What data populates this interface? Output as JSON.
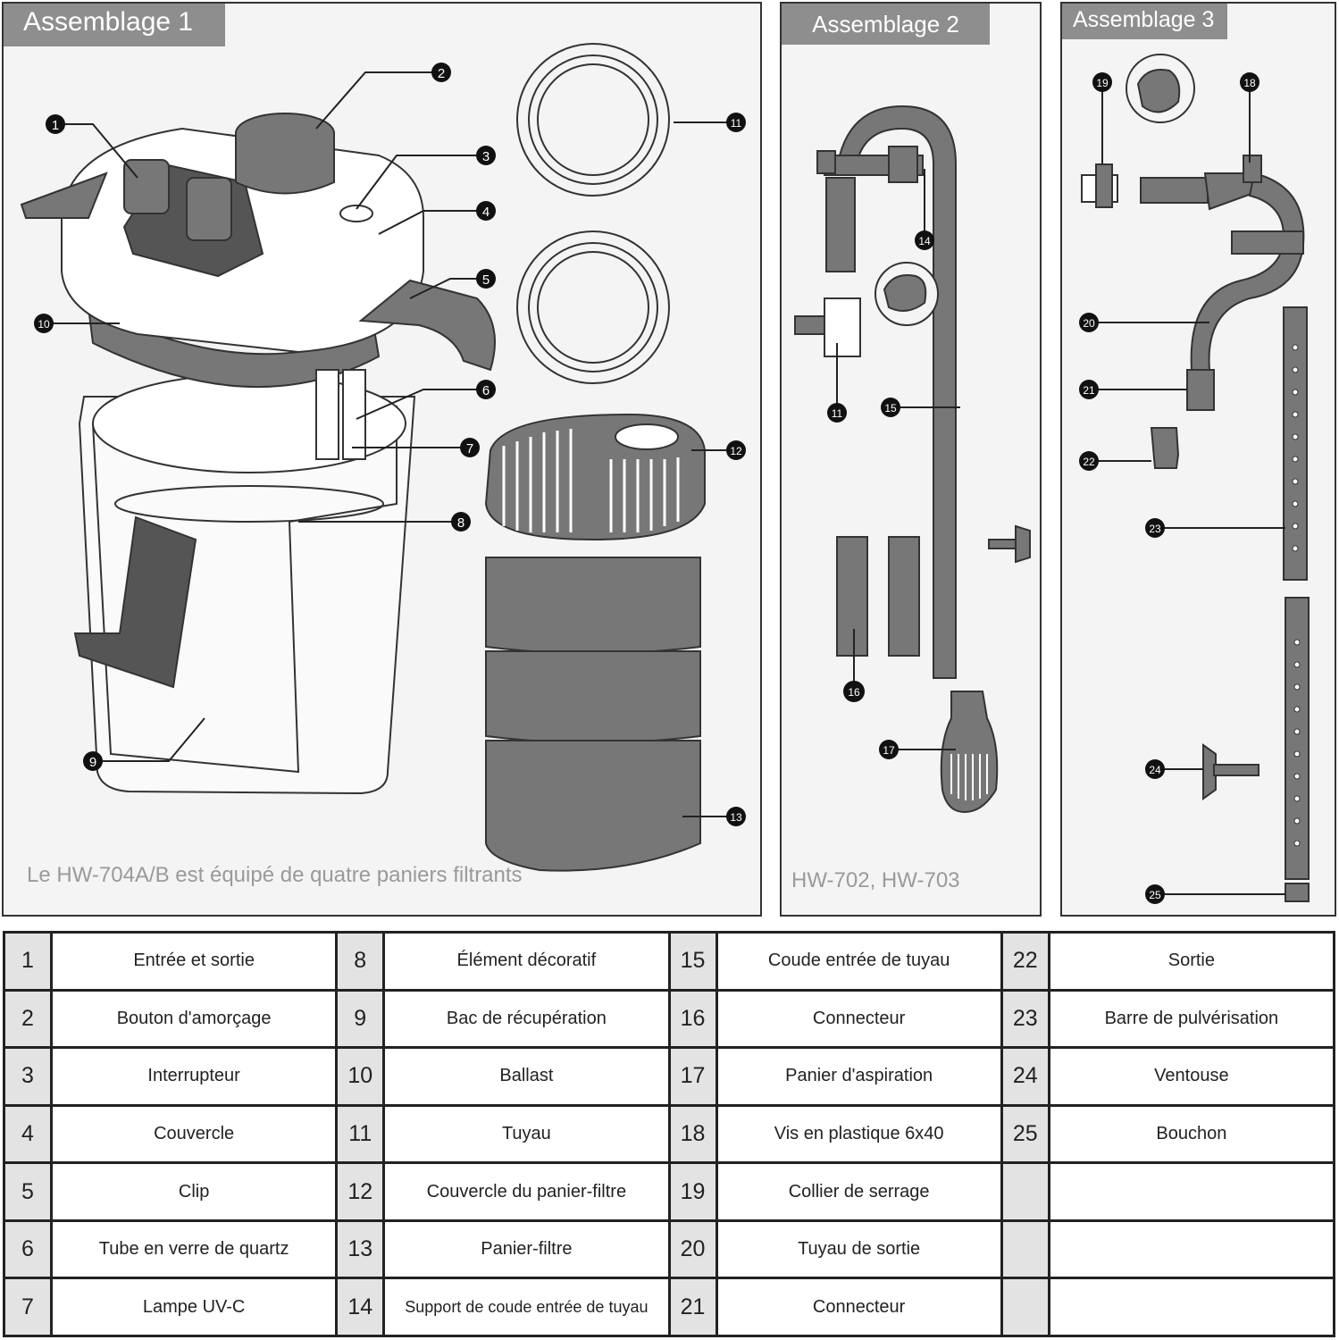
{
  "panels": {
    "p1": {
      "title": "Assemblage 1",
      "note": "Le HW-704A/B est équipé de quatre paniers filtrants"
    },
    "p2": {
      "title": "Assemblage 2",
      "note": "HW-702, HW-703"
    },
    "p3": {
      "title": "Assemblage 3"
    }
  },
  "callouts": [
    "1",
    "2",
    "3",
    "4",
    "5",
    "6",
    "7",
    "8",
    "9",
    "10",
    "11",
    "11",
    "12",
    "13",
    "14",
    "15",
    "16",
    "17",
    "18",
    "19",
    "20",
    "21",
    "22",
    "23",
    "24",
    "25"
  ],
  "parts": [
    {
      "n": "1",
      "label": "Entrée et sortie"
    },
    {
      "n": "2",
      "label": "Bouton d'amorçage"
    },
    {
      "n": "3",
      "label": "Interrupteur"
    },
    {
      "n": "4",
      "label": "Couvercle"
    },
    {
      "n": "5",
      "label": "Clip"
    },
    {
      "n": "6",
      "label": "Tube en verre de quartz"
    },
    {
      "n": "7",
      "label": "Lampe UV-C"
    },
    {
      "n": "8",
      "label": "Élément décoratif"
    },
    {
      "n": "9",
      "label": "Bac de récupération"
    },
    {
      "n": "10",
      "label": "Ballast"
    },
    {
      "n": "11",
      "label": "Tuyau"
    },
    {
      "n": "12",
      "label": "Couvercle du panier-filtre"
    },
    {
      "n": "13",
      "label": "Panier-filtre"
    },
    {
      "n": "14",
      "label": "Support de coude entrée de tuyau"
    },
    {
      "n": "15",
      "label": "Coude entrée de tuyau"
    },
    {
      "n": "16",
      "label": "Connecteur"
    },
    {
      "n": "17",
      "label": "Panier d'aspiration"
    },
    {
      "n": "18",
      "label": "Vis en plastique 6x40"
    },
    {
      "n": "19",
      "label": "Collier de serrage"
    },
    {
      "n": "20",
      "label": "Tuyau de sortie"
    },
    {
      "n": "21",
      "label": "Connecteur"
    },
    {
      "n": "22",
      "label": "Sortie"
    },
    {
      "n": "23",
      "label": "Barre de pulvérisation"
    },
    {
      "n": "24",
      "label": "Ventouse"
    },
    {
      "n": "25",
      "label": "Bouchon"
    },
    {
      "n": "",
      "label": ""
    },
    {
      "n": "",
      "label": ""
    },
    {
      "n": "",
      "label": ""
    }
  ]
}
